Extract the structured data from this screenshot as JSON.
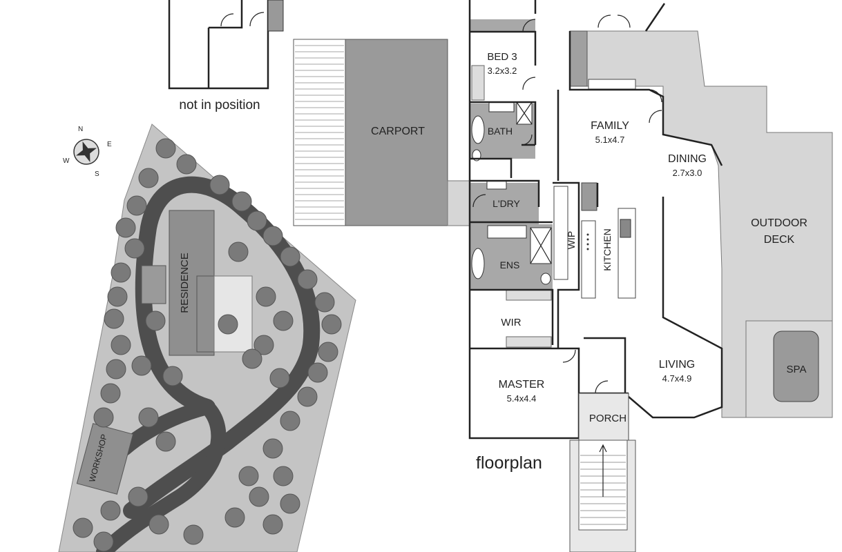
{
  "labels": {
    "not_in_position": "not in position",
    "carport": "CARPORT",
    "bed3": "BED 3",
    "bed3_size": "3.2x3.2",
    "bath": "BATH",
    "family": "FAMILY",
    "family_size": "5.1x4.7",
    "dining": "DINING",
    "dining_size": "2.7x3.0",
    "outdoor_deck_1": "OUTDOOR",
    "outdoor_deck_2": "DECK",
    "laundry": "L'DRY",
    "wip": "WIP",
    "kitchen": "KITCHEN",
    "ensuite": "ENS",
    "wir": "WIR",
    "spa": "SPA",
    "living": "LIVING",
    "living_size": "4.7x4.9",
    "master": "MASTER",
    "master_size": "5.4x4.4",
    "porch": "PORCH",
    "floorplan": "floorplan",
    "residence": "RESIDENCE",
    "workshop": "WORKSHOP"
  },
  "compass": {
    "n": "N",
    "e": "E",
    "s": "S",
    "w": "W"
  },
  "colors": {
    "room_grey": "#9a9a9a",
    "deck_grey": "#d6d6d6",
    "wet_area_grey": "#a8a8a8",
    "site_grey": "#bdbdbd",
    "driveway": "#555555",
    "tree": "#777777"
  }
}
